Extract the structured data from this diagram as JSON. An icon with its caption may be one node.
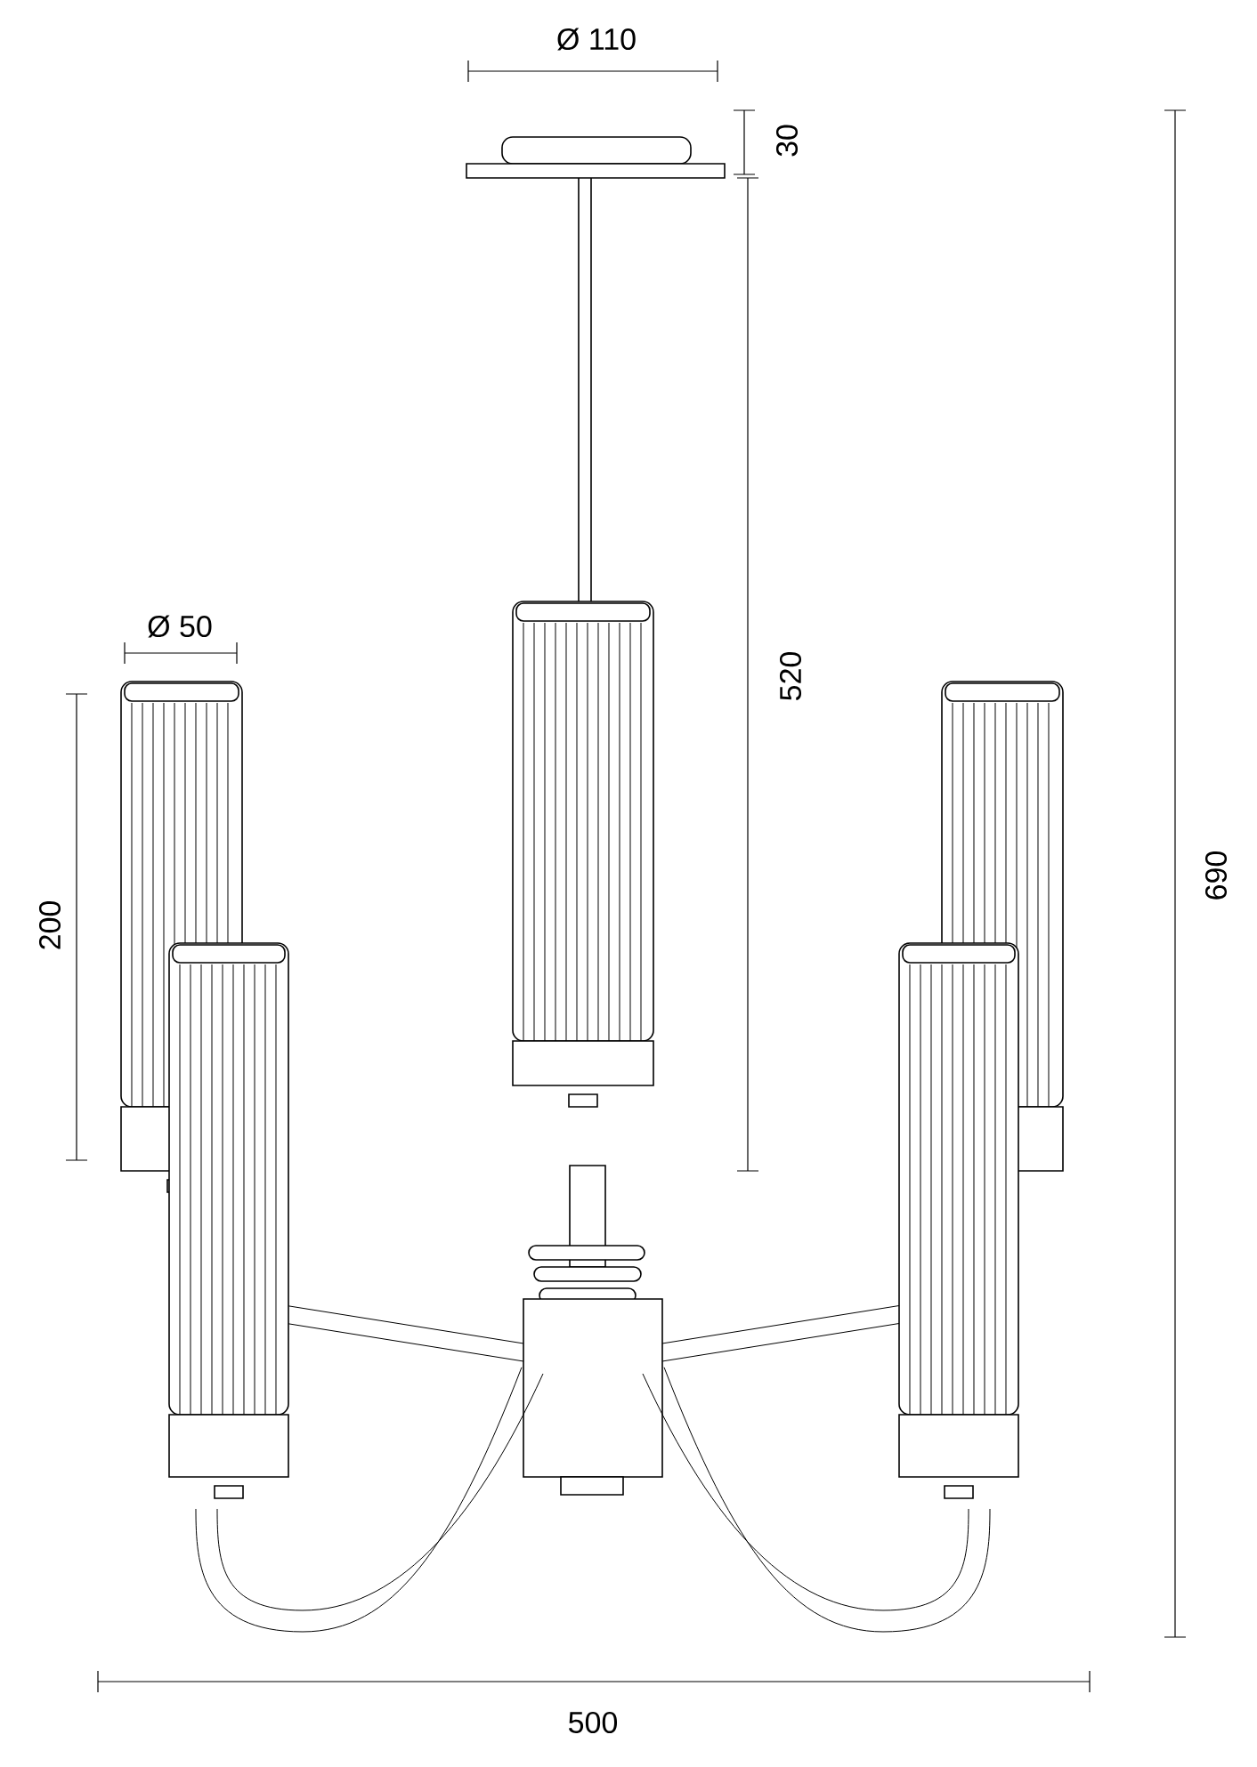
{
  "diagram": {
    "labels": [
      "Ø 110",
      "30",
      "Ø 50",
      "520",
      "200",
      "690",
      "500"
    ]
  }
}
